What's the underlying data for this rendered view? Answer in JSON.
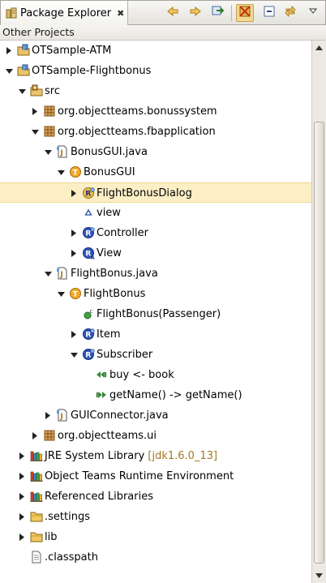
{
  "view": {
    "title": "Package Explorer",
    "close_glyph": "✖"
  },
  "toolbar": {
    "buttons": [
      {
        "name": "back-button",
        "icon": "arrow-left-icon"
      },
      {
        "name": "forward-button",
        "icon": "arrow-right-icon"
      },
      {
        "name": "go-into-button",
        "icon": "go-into-icon"
      },
      {
        "name": "toggle-filter-button",
        "icon": "filter-icon",
        "pressed": true
      },
      {
        "name": "collapse-all-button",
        "icon": "collapse-all-icon"
      },
      {
        "name": "link-with-editor-button",
        "icon": "link-icon"
      },
      {
        "name": "view-menu-button",
        "icon": "chevron-down-icon"
      }
    ]
  },
  "working_set_label": "Other Projects",
  "tree": [
    {
      "level": 0,
      "twisty": "collapsed",
      "icon": "project",
      "label": "OTSample-ATM"
    },
    {
      "level": 0,
      "twisty": "expanded",
      "icon": "project",
      "label": "OTSample-Flightbonus"
    },
    {
      "level": 1,
      "twisty": "expanded",
      "icon": "source-folder",
      "label": "src"
    },
    {
      "level": 2,
      "twisty": "collapsed",
      "icon": "package",
      "label": "org.objectteams.bonussystem"
    },
    {
      "level": 2,
      "twisty": "expanded",
      "icon": "package",
      "label": "org.objectteams.fbapplication"
    },
    {
      "level": 3,
      "twisty": "expanded",
      "icon": "java-file",
      "label": "BonusGUI.java"
    },
    {
      "level": 4,
      "twisty": "expanded",
      "icon": "team",
      "label": "BonusGUI"
    },
    {
      "level": 5,
      "twisty": "collapsed",
      "icon": "role-dialog",
      "label": "FlightBonusDialog",
      "selected": true
    },
    {
      "level": 5,
      "twisty": "none",
      "icon": "field",
      "label": "view"
    },
    {
      "level": 5,
      "twisty": "collapsed",
      "icon": "role",
      "label": "Controller"
    },
    {
      "level": 5,
      "twisty": "collapsed",
      "icon": "role-abstract",
      "label": "View"
    },
    {
      "level": 3,
      "twisty": "expanded",
      "icon": "java-file",
      "label": "FlightBonus.java"
    },
    {
      "level": 4,
      "twisty": "expanded",
      "icon": "team",
      "label": "FlightBonus"
    },
    {
      "level": 5,
      "twisty": "none",
      "icon": "constructor",
      "label": "FlightBonus(Passenger)"
    },
    {
      "level": 5,
      "twisty": "collapsed",
      "icon": "role",
      "label": "Item"
    },
    {
      "level": 5,
      "twisty": "expanded",
      "icon": "role",
      "label": "Subscriber"
    },
    {
      "level": 6,
      "twisty": "none",
      "icon": "callin",
      "label": "buy <- book"
    },
    {
      "level": 6,
      "twisty": "none",
      "icon": "callout",
      "label": "getName() -> getName()"
    },
    {
      "level": 3,
      "twisty": "collapsed",
      "icon": "java-file",
      "label": "GUIConnector.java"
    },
    {
      "level": 2,
      "twisty": "collapsed",
      "icon": "package",
      "label": "org.objectteams.ui"
    },
    {
      "level": 1,
      "twisty": "collapsed",
      "icon": "library",
      "label": "JRE System Library",
      "decoration": "[jdk1.6.0_13]"
    },
    {
      "level": 1,
      "twisty": "collapsed",
      "icon": "library",
      "label": "Object Teams Runtime Environment"
    },
    {
      "level": 1,
      "twisty": "collapsed",
      "icon": "library",
      "label": "Referenced Libraries"
    },
    {
      "level": 1,
      "twisty": "collapsed",
      "icon": "folder",
      "label": ".settings"
    },
    {
      "level": 1,
      "twisty": "collapsed",
      "icon": "folder",
      "label": "lib"
    },
    {
      "level": 1,
      "twisty": "none",
      "icon": "file",
      "label": ".classpath"
    }
  ],
  "colors": {
    "selection": "#fcefc6",
    "decoration": "#a0781e",
    "pressed_button": "#f2d892"
  }
}
